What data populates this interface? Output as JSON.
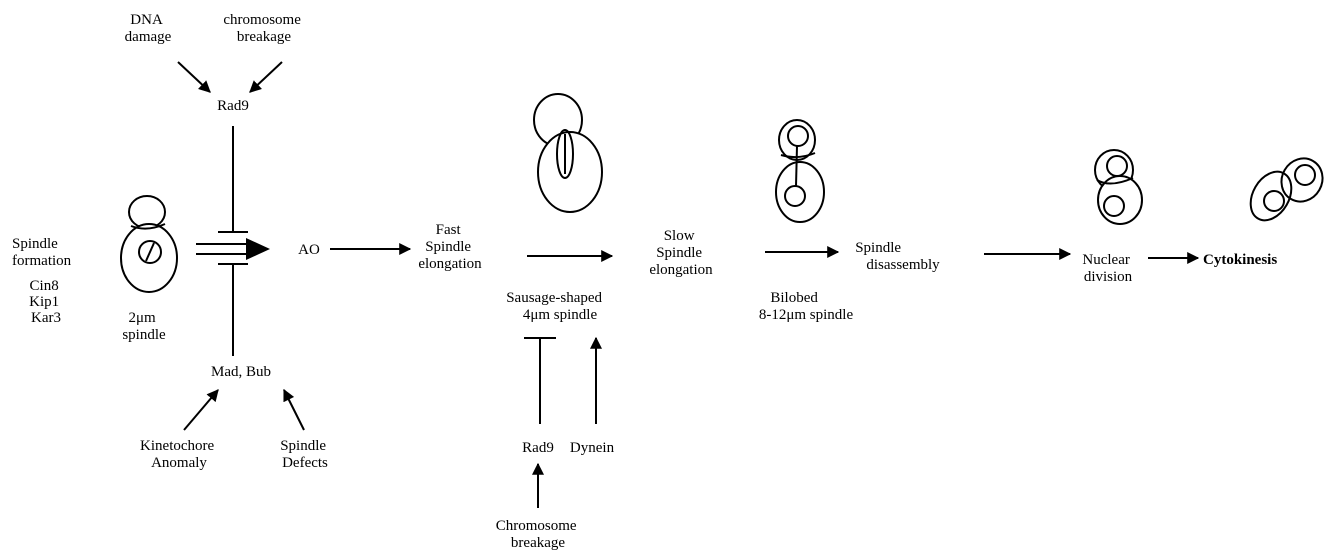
{
  "labels": {
    "dna_damage": [
      "DNA",
      "damage"
    ],
    "chromosome_breakage_top": [
      "chromosome",
      "breakage"
    ],
    "rad9_top": "Rad9",
    "spindle_formation": [
      "Spindle",
      "formation"
    ],
    "motor_proteins": [
      "Cin8",
      "Kip1",
      "Kar3"
    ],
    "spindle_2um": [
      "2μm",
      "spindle"
    ],
    "ao": "AO",
    "mad_bub": "Mad, Bub",
    "kinetochore_anomaly": [
      "Kinetochore",
      "Anomaly"
    ],
    "spindle_defects": [
      "Spindle",
      "Defects"
    ],
    "fast_spindle_elongation": [
      "Fast",
      "Spindle",
      "elongation"
    ],
    "sausage_shaped": [
      "Sausage-shaped",
      "4μm spindle"
    ],
    "rad9_bottom": "Rad9",
    "dynein": "Dynein",
    "chromosome_breakage_bottom": [
      "Chromosome",
      "breakage"
    ],
    "slow_spindle_elongation": [
      "Slow",
      "Spindle",
      "elongation"
    ],
    "bilobed": [
      "Bilobed",
      "8-12μm spindle"
    ],
    "spindle_disassembly": [
      "Spindle",
      "disassembly"
    ],
    "nuclear_division": [
      "Nuclear",
      "division"
    ],
    "cytokinesis": "Cytokinesis"
  }
}
